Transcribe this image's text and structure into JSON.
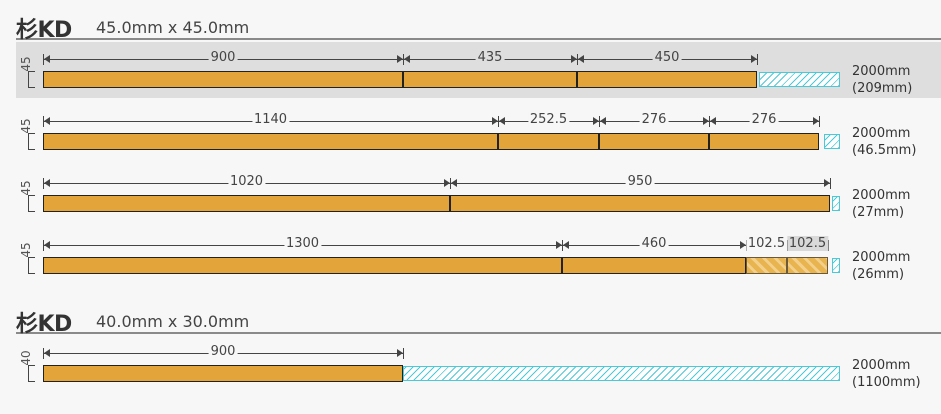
{
  "sections": [
    {
      "title": "杉KD",
      "dims": "45.0mm x 45.0mm"
    },
    {
      "title": "杉KD",
      "dims": "40.0mm x 30.0mm"
    }
  ],
  "boards": [
    {
      "thickness": "45",
      "length": "2000mm",
      "remainder": "(209mm)",
      "cuts": [
        "900",
        "435",
        "450"
      ],
      "highlight": true
    },
    {
      "thickness": "45",
      "length": "2000mm",
      "remainder": "(46.5mm)",
      "cuts": [
        "1140",
        "252.5",
        "276",
        "276"
      ],
      "highlight": false
    },
    {
      "thickness": "45",
      "length": "2000mm",
      "remainder": "(27mm)",
      "cuts": [
        "1020",
        "950"
      ],
      "highlight": false
    },
    {
      "thickness": "45",
      "length": "2000mm",
      "remainder": "(26mm)",
      "cuts": [
        "1300",
        "460",
        "102.5",
        "102.5"
      ],
      "highlight": false
    },
    {
      "thickness": "40",
      "length": "2000mm",
      "remainder": "(1100mm)",
      "cuts": [
        "900"
      ],
      "highlight": false
    }
  ],
  "colors": {
    "piece": "#e3a53a",
    "scrap_hatch": "#4cc9d6",
    "highlight_row": "#dedede"
  }
}
